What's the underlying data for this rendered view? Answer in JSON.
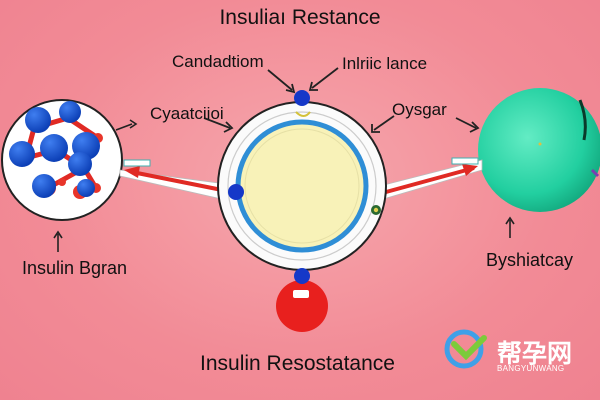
{
  "title": "Insuliaı Restance",
  "labels": {
    "candidate": "Candadtiom",
    "inhibitance": "Inlriic lance",
    "cytoplasm": "Cyaatciioi",
    "oysgar": "Oysgar",
    "insulin_bgran": "Insulin Bgran",
    "bysiatacay": "Byshiatcay",
    "insulin_resostatance": "Insulin Resostatance"
  },
  "watermark": {
    "text": "帮孕网",
    "subtext": "BANGYUNWANG"
  },
  "colors": {
    "background": "#f28b96",
    "cell_fill": "#f8f2b8",
    "membrane_blue": "#2f8ed6",
    "receptor_blue": "#1538c8",
    "arrow_red": "#e02a24",
    "green_cell": "#2fd6a8",
    "drop_red": "#e8201e"
  }
}
